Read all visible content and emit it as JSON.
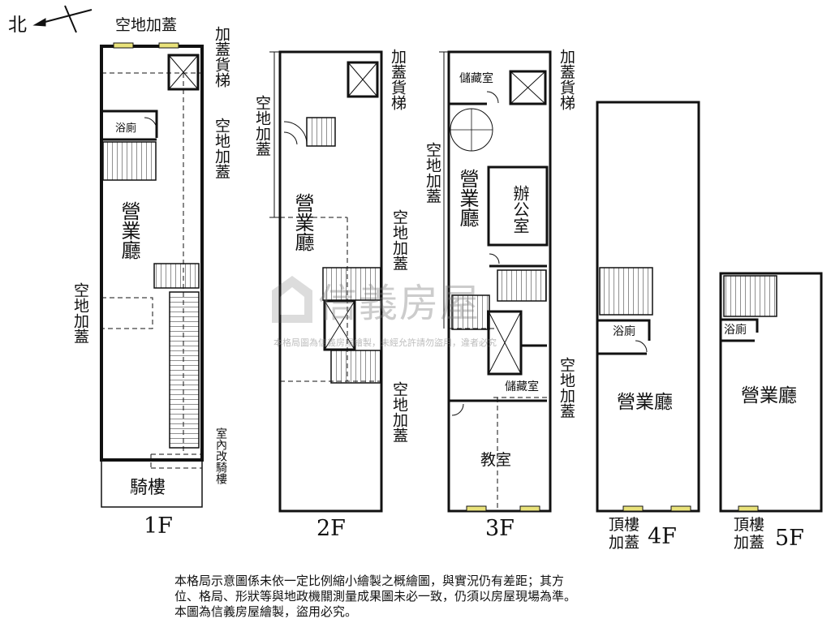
{
  "compass": {
    "north": "北"
  },
  "floors": [
    {
      "id": "1F",
      "label": "1F",
      "texts": {
        "top_roof": "空地加蓋",
        "freight_elevator": "加蓋貨梯",
        "open_roof_right": "空地加蓋",
        "bathroom": "浴廁",
        "hall": "營業廳",
        "open_roof_left": "空地加蓋",
        "arcade_note": "室內改騎樓",
        "arcade": "騎樓"
      }
    },
    {
      "id": "2F",
      "label": "2F",
      "texts": {
        "open_roof_left": "空地加蓋",
        "freight_elevator": "加蓋貨梯",
        "hall": "營業廳",
        "open_roof_mid": "空地加蓋",
        "open_roof_bottom": "空地加蓋"
      }
    },
    {
      "id": "3F",
      "label": "3F",
      "texts": {
        "storage_top": "儲藏室",
        "freight_elevator": "加蓋貨梯",
        "open_roof_left": "空地加蓋",
        "hall": "營業廳",
        "office": "辦公室",
        "storage_mid": "儲藏室",
        "open_roof_right": "空地加蓋",
        "classroom": "教室"
      }
    },
    {
      "id": "4F",
      "label": "4F",
      "texts": {
        "bathroom": "浴廁",
        "hall": "營業廳",
        "rooftop": "頂樓加蓋"
      }
    },
    {
      "id": "5F",
      "label": "5F",
      "texts": {
        "bathroom": "浴廁",
        "hall": "營業廳",
        "rooftop": "頂樓加蓋"
      }
    }
  ],
  "watermark": {
    "brand": "信義房屋",
    "notice": "本格局圖為信義房屋繪製，未經允許請勿盜用，違者必究"
  },
  "disclaimer": [
    "本格局示意圖係未依一定比例縮小繪製之概繪圖，與實況仍有差距；其方",
    "位、格局、形狀等與地政機關測量成果圖未必一致，仍須以房屋現場為準。",
    "本圖為信義房屋繪製，盜用必究。"
  ]
}
